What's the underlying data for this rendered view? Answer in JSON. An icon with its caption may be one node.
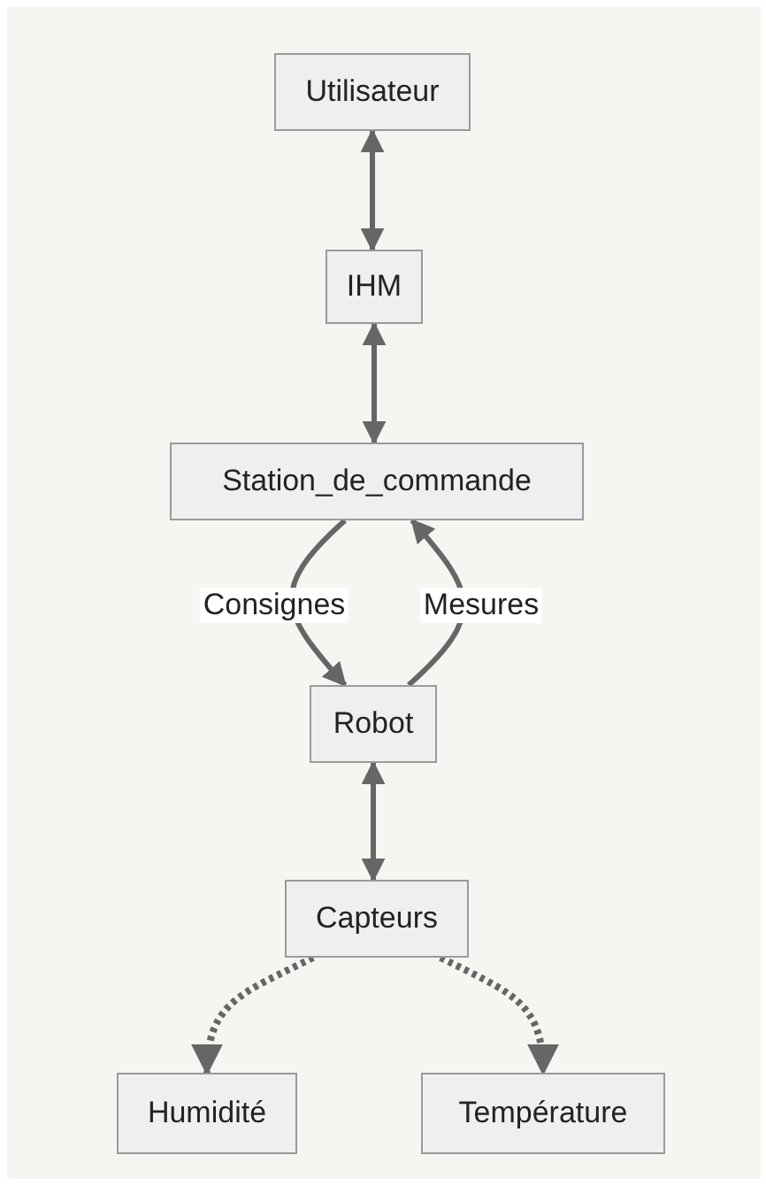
{
  "diagram": {
    "nodes": [
      {
        "text": [
          "Utilisateur"
        ]
      },
      {
        "text": [
          "IHM"
        ]
      },
      {
        "text": [
          "Station_de_commande"
        ]
      },
      {
        "text": [
          "Robot"
        ]
      },
      {
        "text": [
          "Capteurs"
        ]
      },
      {
        "text": [
          "Humidité"
        ]
      },
      {
        "text": [
          "Température"
        ]
      }
    ],
    "edges": [
      {
        "from": 0,
        "to": 1,
        "arrow": "both"
      },
      {
        "from": 1,
        "to": 2,
        "arrow": "both"
      },
      {
        "from": 2,
        "to": 3,
        "arrow": "to",
        "label": "Consignes"
      },
      {
        "from": 3,
        "to": 2,
        "arrow": "to",
        "label": "Mesures"
      },
      {
        "from": 3,
        "to": 4,
        "arrow": "both"
      },
      {
        "from": 4,
        "to": 5,
        "arrow": "to",
        "style": "dashed"
      },
      {
        "from": 4,
        "to": 6,
        "arrow": "to",
        "style": "dashed"
      }
    ]
  }
}
